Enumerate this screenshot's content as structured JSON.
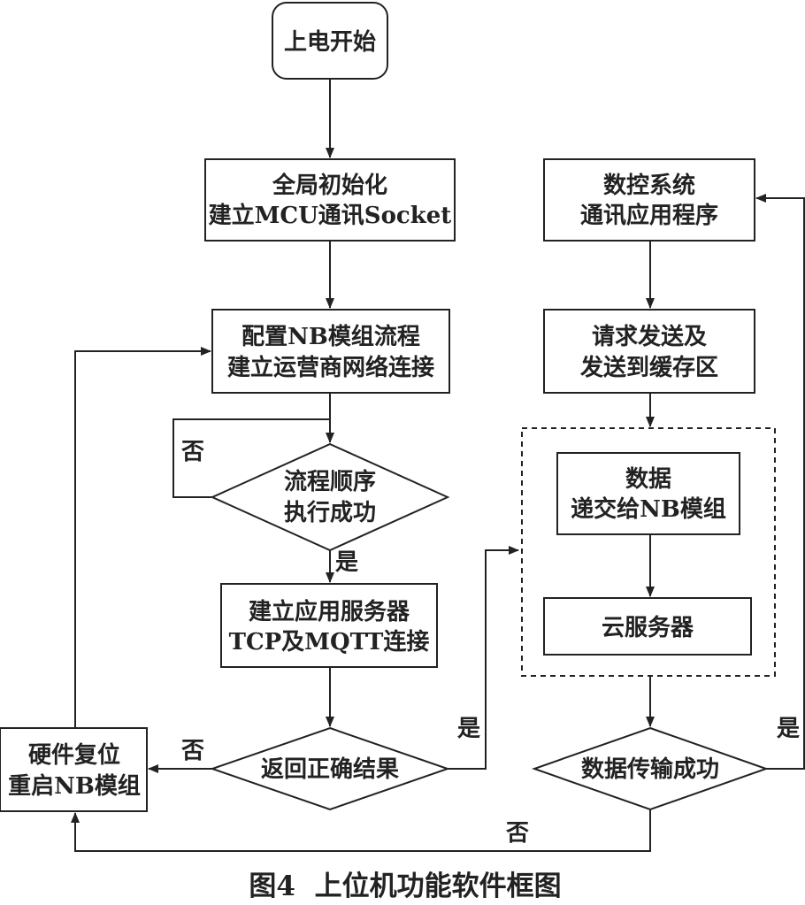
{
  "nodes": {
    "start": [
      "上电开始"
    ],
    "init": [
      "全局初始化",
      "建立MCU通讯Socket"
    ],
    "config": [
      "配置NB模组流程",
      "建立运营商网络连接"
    ],
    "seq_ok": [
      "流程顺序",
      "执行成功"
    ],
    "app_server": [
      "建立应用服务器",
      "TCP及MQTT连接"
    ],
    "return_ok": [
      "返回正确结果"
    ],
    "reset": [
      "硬件复位",
      "重启NB模组"
    ],
    "nc_app": [
      "数控系统",
      "通讯应用程序"
    ],
    "send_buffer": [
      "请求发送及",
      "发送到缓存区"
    ],
    "deliver": [
      "数据",
      "递交给NB模组"
    ],
    "cloud": [
      "云服务器"
    ],
    "transfer_ok": [
      "数据传输成功"
    ]
  },
  "edge_labels": {
    "seq_no": "否",
    "seq_yes": "是",
    "return_no": "否",
    "return_yes": "是",
    "transfer_yes": "是",
    "transfer_no": "否"
  },
  "caption": "图4  上位机功能软件框图"
}
